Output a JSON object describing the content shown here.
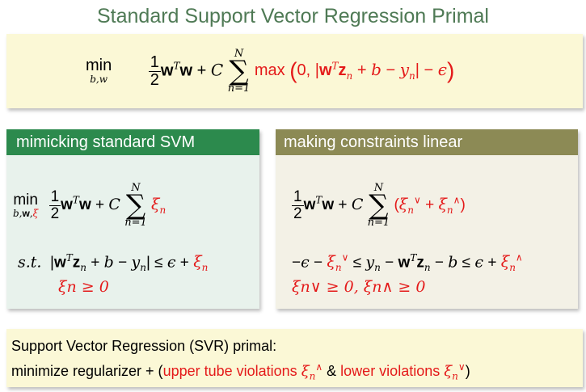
{
  "slide": {
    "title": "Standard Support Vector Regression Primal"
  },
  "top_formula": {
    "min_word": "min",
    "min_sub": "b,w",
    "frac_num": "1",
    "frac_den": "2",
    "sum_top": "N",
    "sum_bot": "n=1",
    "max_text": "max"
  },
  "left_box": {
    "header": "mimicking standard SVM",
    "min_word": "min",
    "st_label": "s.t.",
    "constraint2": "ξn ≥ 0"
  },
  "right_box": {
    "header": "making constraints linear",
    "constraint2": "ξn∨ ≥ 0, ξn∧ ≥ 0"
  },
  "bottom_box": {
    "line1": "Support Vector Regression (SVR) primal:",
    "line2_prefix": "minimize regularizer + (",
    "line2_upper": "upper tube violations",
    "line2_amp": " & ",
    "line2_lower": "lower violations"
  },
  "colors": {
    "title": "#4f7a55",
    "highlight_red": "#e41a1a",
    "left_header_bg": "#2c8a4d",
    "right_header_bg": "#8c8a55",
    "yellow_box_bg": "#fbf8d6"
  }
}
